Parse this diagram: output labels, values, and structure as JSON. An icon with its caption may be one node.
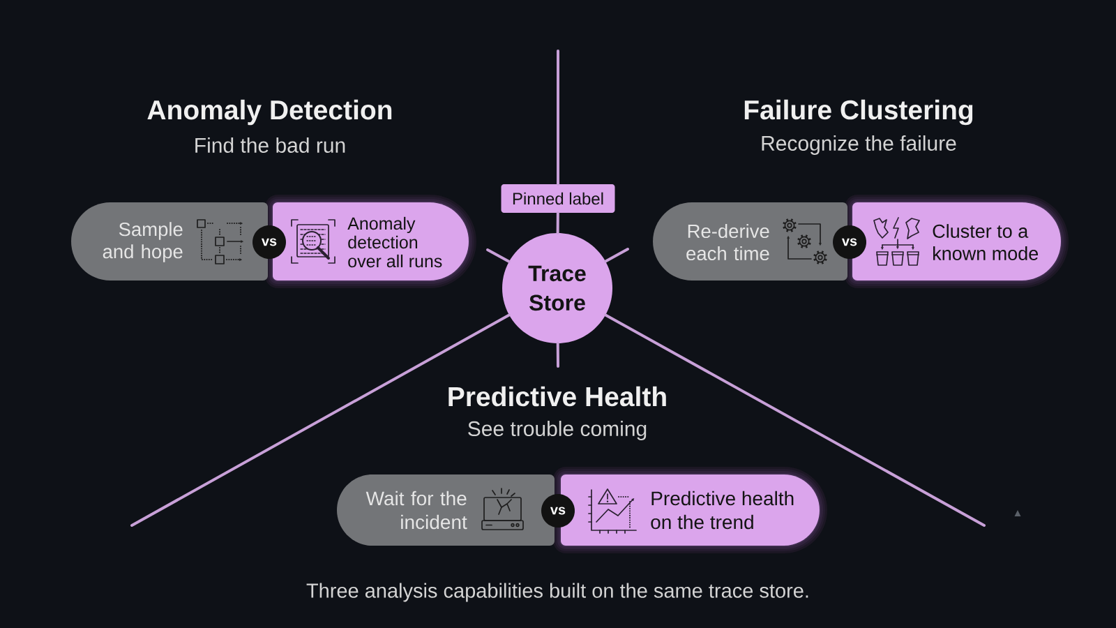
{
  "diagram": {
    "caption": "Three analysis capabilities built on the same trace store.",
    "nodes": [
      {
        "text": [
          "Sample and hope"
        ]
      },
      {
        "text": [
          "vs"
        ]
      },
      {
        "text": [
          "Anomaly detection over all runs"
        ]
      },
      {
        "text": [
          "Pinned label"
        ]
      },
      {
        "text": [
          "Trace Store"
        ]
      },
      {
        "text": [
          "Re-derive each time"
        ]
      },
      {
        "text": [
          "vs"
        ]
      },
      {
        "text": [
          "Cluster to a known mode"
        ]
      },
      {
        "text": [
          "Wait for the incident"
        ]
      },
      {
        "text": [
          "vs"
        ]
      },
      {
        "text": [
          "Predictive health on the trend"
        ]
      }
    ],
    "edges": [
      {
        "from": 4,
        "to": 3,
        "arrow": "none"
      },
      {
        "from": 3,
        "to": null,
        "arrow": "none"
      },
      {
        "from": 4,
        "to": null,
        "arrow": "none"
      },
      {
        "from": 4,
        "to": null,
        "arrow": "none"
      },
      {
        "from": 4,
        "to": null,
        "arrow": "none"
      },
      {
        "from": 4,
        "to": null,
        "arrow": "none"
      },
      {
        "from": 4,
        "to": null,
        "arrow": "none"
      }
    ],
    "labels": [
      "Anomaly Detection",
      "Find the bad run",
      "Failure Clustering",
      "Recognize the failure",
      "Predictive Health",
      "See trouble coming"
    ]
  }
}
